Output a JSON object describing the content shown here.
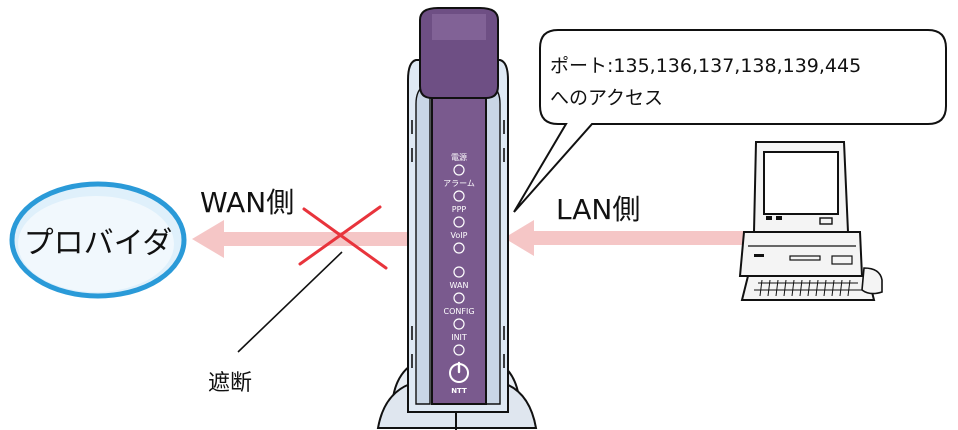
{
  "diagram": {
    "provider_label": "プロバイダ",
    "wan_label": "WAN側",
    "lan_label": "LAN側",
    "blocked_label": "遮断",
    "callout": {
      "line1": "ポート:135,136,137,138,139,445",
      "line2": "へのアクセス"
    },
    "router": {
      "indicators": [
        "電源",
        "アラーム",
        "PPP",
        "VoIP",
        "",
        "WAN",
        "CONFIG",
        "INIT"
      ],
      "brand": "NTT"
    },
    "colors": {
      "arrow": "#f5c6c6",
      "block_x": "#e8343c",
      "router_body": "#7a5a8e",
      "router_shell": "#dfe9f4",
      "cloud_fill": "#dff0fb",
      "cloud_stroke": "#2a9ad8"
    }
  }
}
